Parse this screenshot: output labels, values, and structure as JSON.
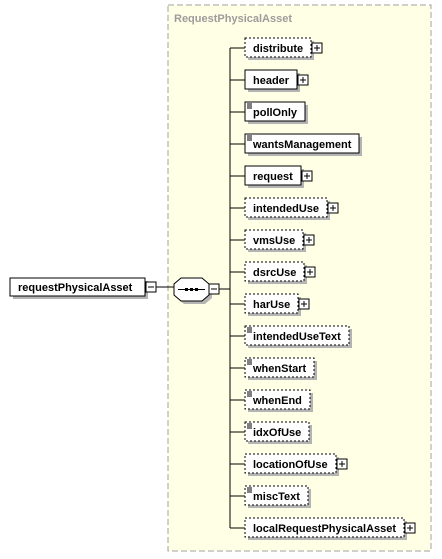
{
  "diagram": {
    "root": {
      "label": "requestPhysicalAsset",
      "expander": "collapse"
    },
    "group": {
      "title": "RequestPhysicalAsset",
      "compositor": "sequence-icon"
    },
    "elements": [
      {
        "label": "distribute",
        "optional": true,
        "expander": "expand",
        "simple": false
      },
      {
        "label": "header",
        "optional": false,
        "expander": "expand",
        "simple": false
      },
      {
        "label": "pollOnly",
        "optional": false,
        "expander": "",
        "simple": true
      },
      {
        "label": "wantsManagement",
        "optional": false,
        "expander": "",
        "simple": true
      },
      {
        "label": "request",
        "optional": false,
        "expander": "expand",
        "simple": false
      },
      {
        "label": "intendedUse",
        "optional": true,
        "expander": "expand",
        "simple": false
      },
      {
        "label": "vmsUse",
        "optional": true,
        "expander": "expand",
        "simple": false
      },
      {
        "label": "dsrcUse",
        "optional": true,
        "expander": "expand",
        "simple": false
      },
      {
        "label": "harUse",
        "optional": true,
        "expander": "expand",
        "simple": false
      },
      {
        "label": "intendedUseText",
        "optional": true,
        "expander": "",
        "simple": true
      },
      {
        "label": "whenStart",
        "optional": true,
        "expander": "",
        "simple": true
      },
      {
        "label": "whenEnd",
        "optional": true,
        "expander": "",
        "simple": true
      },
      {
        "label": "idxOfUse",
        "optional": true,
        "expander": "",
        "simple": true
      },
      {
        "label": "locationOfUse",
        "optional": true,
        "expander": "expand",
        "simple": false
      },
      {
        "label": "miscText",
        "optional": true,
        "expander": "",
        "simple": true
      },
      {
        "label": "localRequestPhysicalAsset",
        "optional": true,
        "expander": "expand",
        "simple": false
      }
    ],
    "colors": {
      "group_fill": "#ffffe6",
      "group_border": "#a0a0a0",
      "node_fill": "#ffffff",
      "node_border": "#000000",
      "shadow": "#b4b4b4"
    }
  }
}
